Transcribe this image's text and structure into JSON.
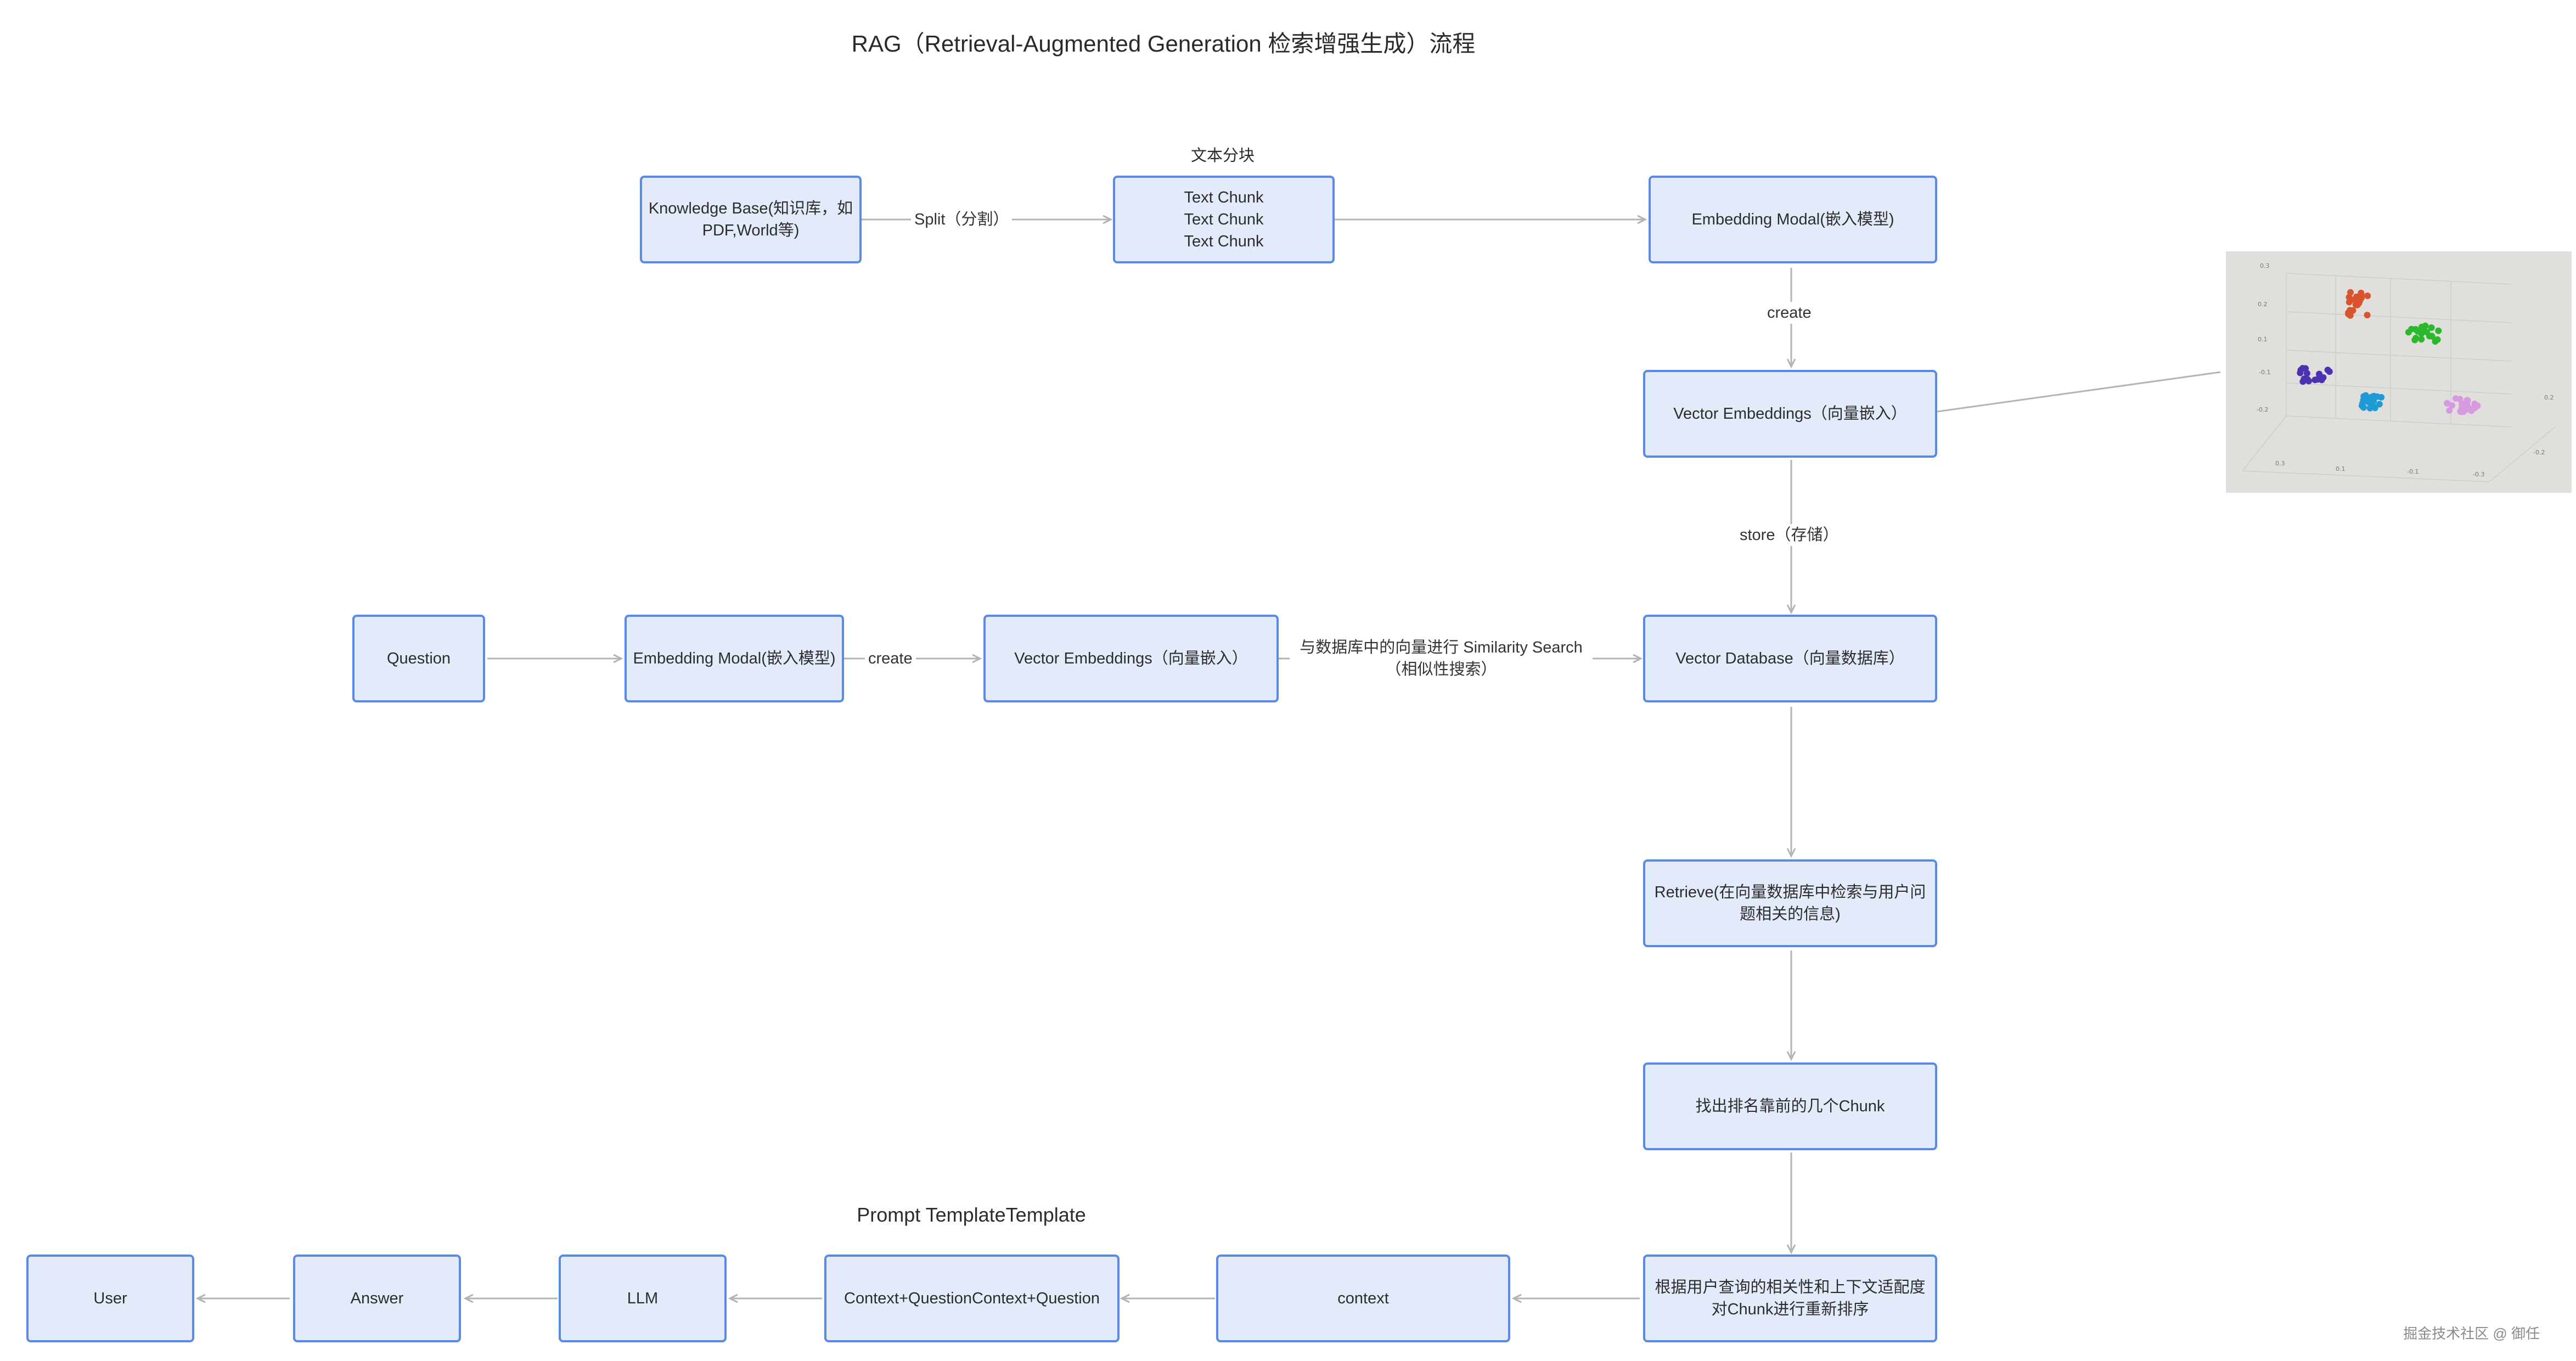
{
  "title": "RAG（Retrieval-Augmented Generation 检索增强生成）流程",
  "nodes": {
    "knowledge_base": "Knowledge Base(知识库，如PDF,World等)",
    "text_chunks": [
      "Text Chunk",
      "Text Chunk",
      "Text Chunk"
    ],
    "embedding_modal_top": "Embedding Modal(嵌入模型)",
    "vector_embeddings_top": "Vector Embeddings（向量嵌入）",
    "question": "Question",
    "embedding_modal_mid": "Embedding Modal(嵌入模型)",
    "vector_embeddings_mid": "Vector Embeddings（向量嵌入）",
    "vector_database": "Vector Database（向量数据库）",
    "retrieve": "Retrieve(在向量数据库中检索与用户问题相关的信息)",
    "top_chunks": "找出排名靠前的几个Chunk",
    "rerank": "根据用户查询的相关性和上下文适配度对Chunk进行重新排序",
    "context": "context",
    "context_question": "Context+QuestionContext+Question",
    "llm": "LLM",
    "answer": "Answer",
    "user": "User"
  },
  "labels": {
    "text_chunking": "文本分块",
    "split": "Split（分割）",
    "create_top": "create",
    "store": "store（存储）",
    "create_mid": "create",
    "similarity_search": "与数据库中的向量进行 Similarity Search（相似性搜索）",
    "prompt_template": "Prompt TemplateTemplate"
  },
  "watermark": "掘金技术社区 @ 御任",
  "colors": {
    "node_fill": "#e3ebfb",
    "node_border": "#5b8ae6",
    "arrow": "#b4b4b4",
    "text": "#2c2c2c",
    "cluster_red": "#d9532c",
    "cluster_green": "#2bb82b",
    "cluster_purple": "#4a32b0",
    "cluster_blue": "#1e9bd6",
    "cluster_pink": "#d79ae0"
  }
}
